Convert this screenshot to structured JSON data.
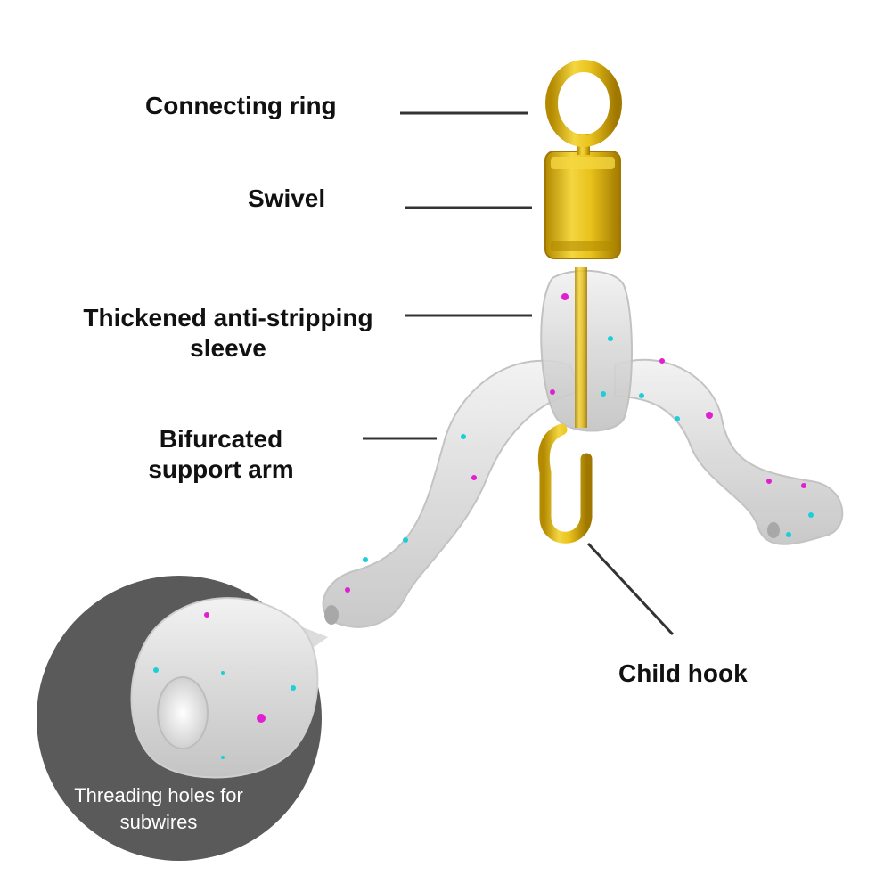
{
  "labels": {
    "connecting_ring": "Connecting ring",
    "swivel": "Swivel",
    "sleeve_line1": "Thickened anti-stripping",
    "sleeve_line2": "sleeve",
    "arm_line1": "Bifurcated",
    "arm_line2": "support arm",
    "child_hook": "Child hook",
    "holes_line1": "Threading holes for",
    "holes_line2": "subwires"
  },
  "colors": {
    "gold": "#e9c21c",
    "gold_dark": "#b38a00",
    "plastic": "#dcdcdc",
    "inset_circle": "#5a5a5a",
    "leader_line": "#333333",
    "speck_cyan": "#1ad0d8",
    "speck_magenta": "#e020d0"
  }
}
